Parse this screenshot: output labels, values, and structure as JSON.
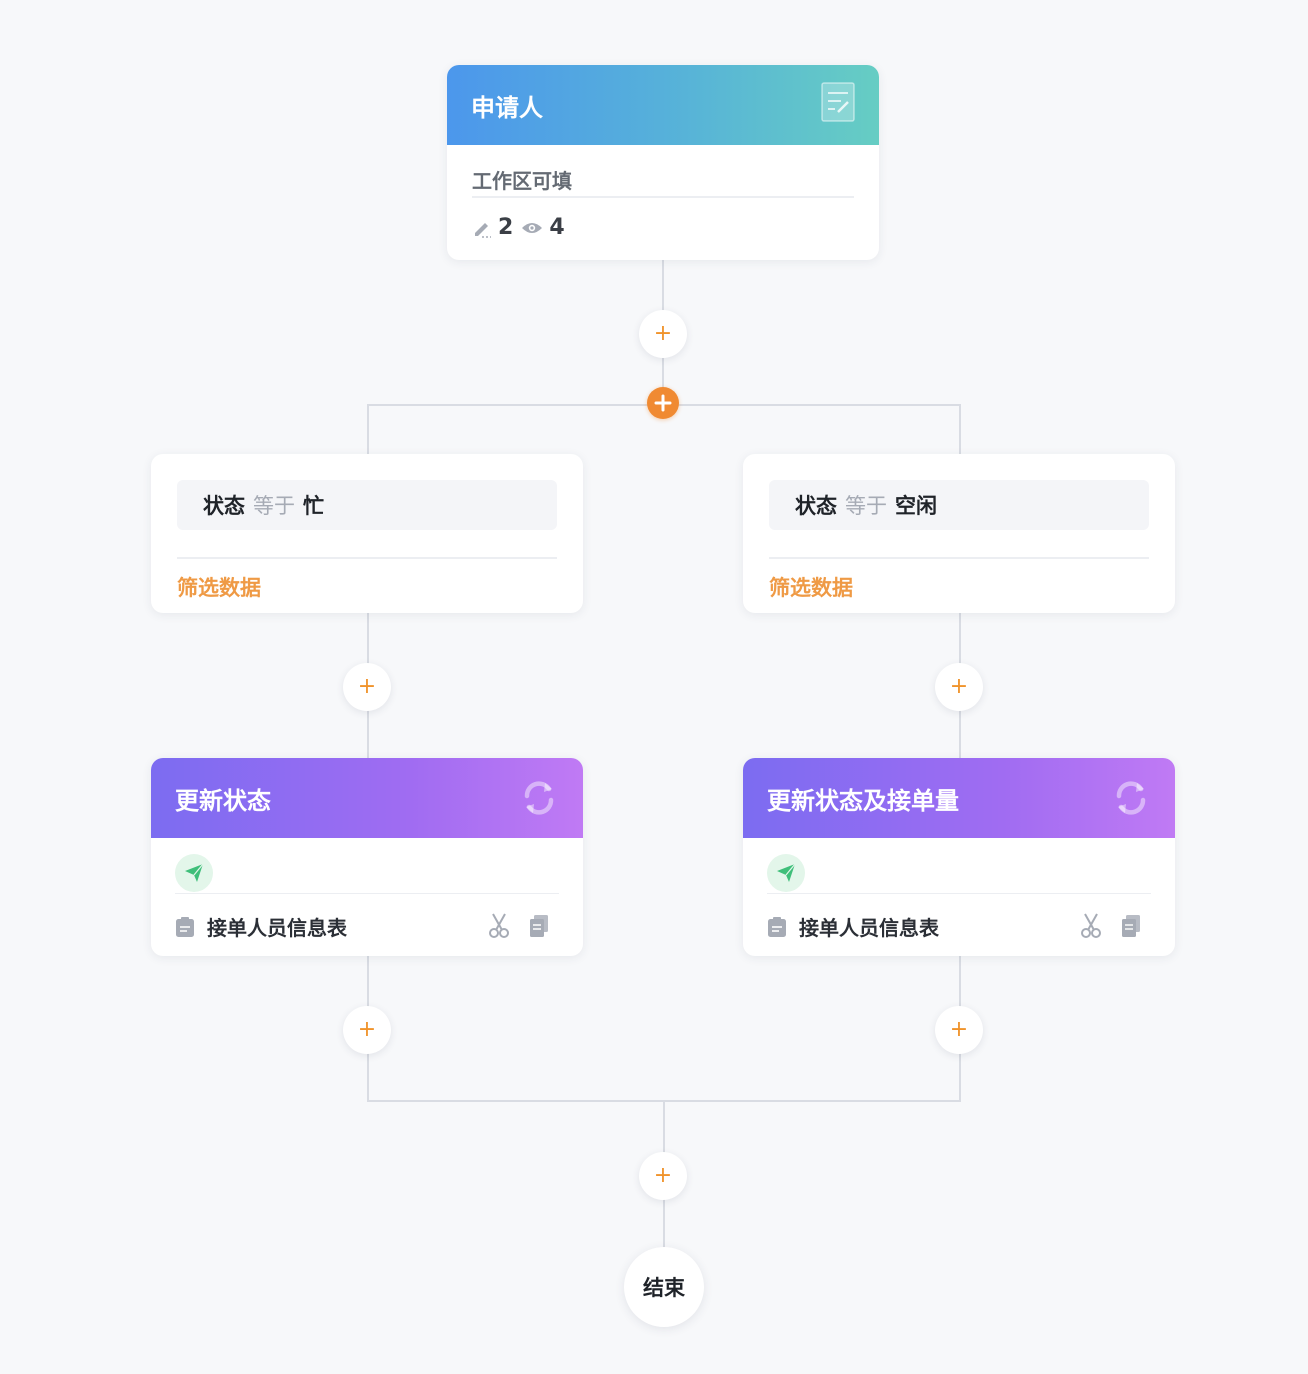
{
  "colors": {
    "accent_orange": "#f08a32",
    "filter_link": "#ef9a45",
    "line": "#d9dce3",
    "send_green": "#3fbf7a"
  },
  "applicant_node": {
    "title": "申请人",
    "subtitle": "工作区可填",
    "edit_count": "2",
    "view_count": "4",
    "icon": "form-edit-icon"
  },
  "branches": [
    {
      "condition": {
        "field": "状态",
        "operator": "等于",
        "value": "忙"
      },
      "filter_link": "筛选数据",
      "action": {
        "title": "更新状态",
        "icon": "refresh-icon",
        "table_name": "接单人员信息表"
      }
    },
    {
      "condition": {
        "field": "状态",
        "operator": "等于",
        "value": "空闲"
      },
      "filter_link": "筛选数据",
      "action": {
        "title": "更新状态及接单量",
        "icon": "refresh-icon",
        "table_name": "接单人员信息表"
      }
    }
  ],
  "add_symbol": "+",
  "end_node": {
    "label": "结束"
  }
}
